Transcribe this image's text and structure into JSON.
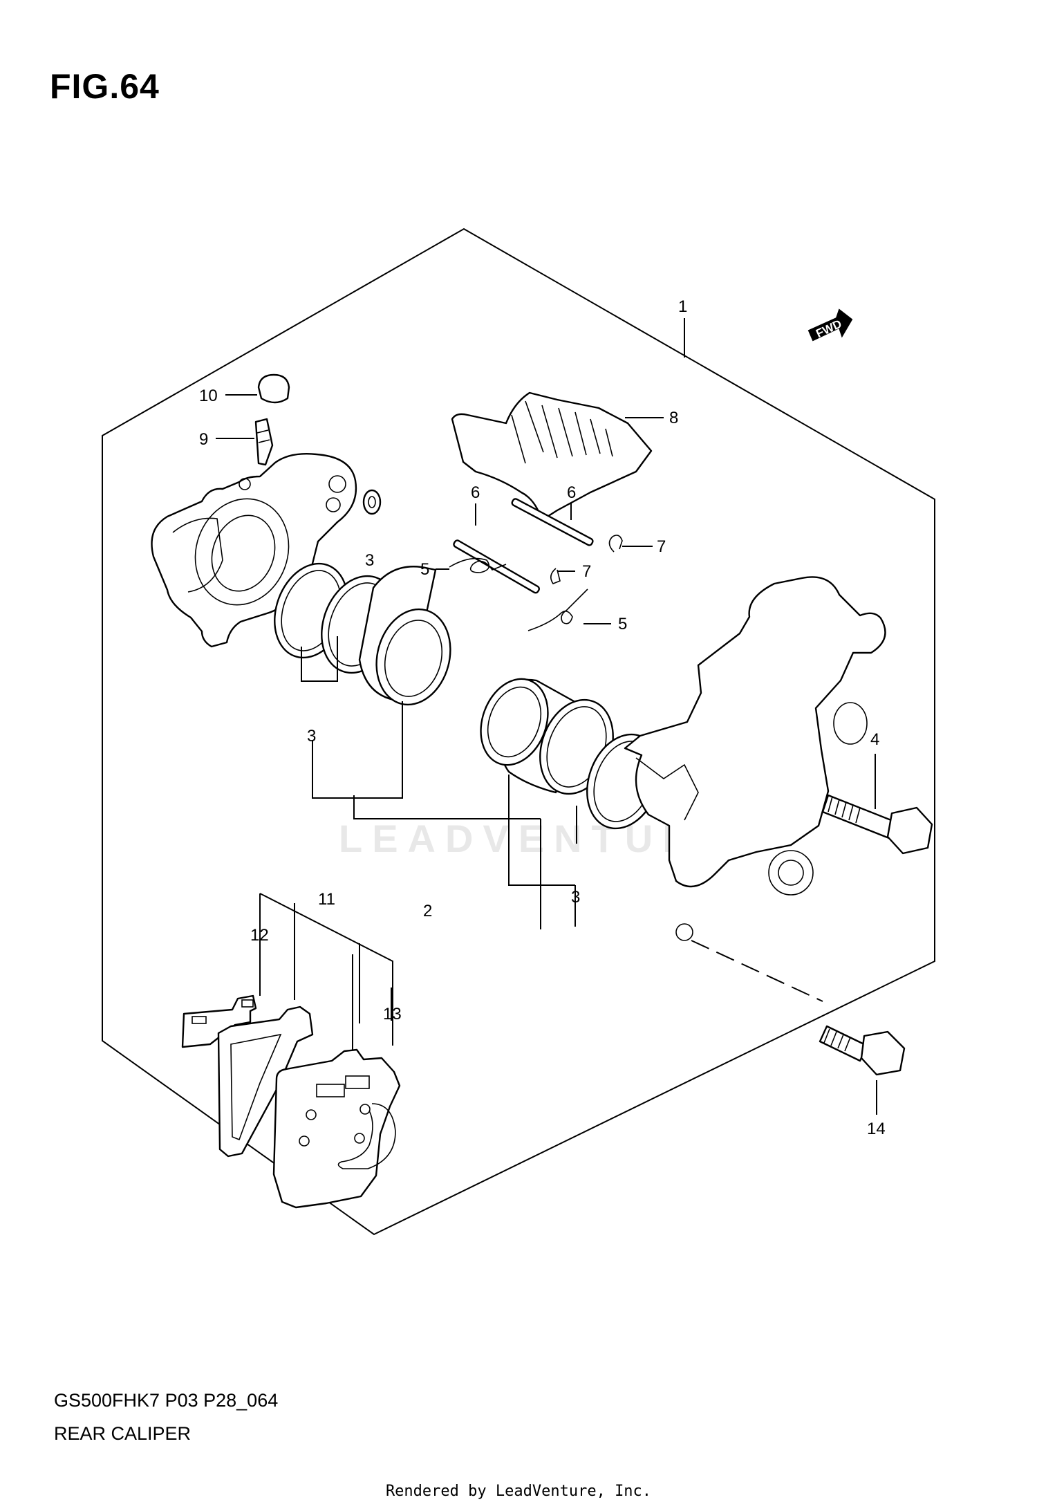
{
  "figure_title": "FIG.64",
  "model_code": "GS500FHK7 P03 P28_064",
  "section_name": "REAR CALIPER",
  "footer": "Rendered by LeadVenture, Inc.",
  "watermark": "LEADVENTURE",
  "fwd_label": "FWD",
  "callouts": {
    "c1": "1",
    "c2": "2",
    "c3a": "3",
    "c3b": "3",
    "c3c": "3",
    "c4": "4",
    "c5a": "5",
    "c5b": "5",
    "c6a": "6",
    "c6b": "6",
    "c7a": "7",
    "c7b": "7",
    "c8": "8",
    "c9": "9",
    "c10": "10",
    "c11": "11",
    "c12": "12",
    "c13": "13",
    "c14": "14"
  }
}
